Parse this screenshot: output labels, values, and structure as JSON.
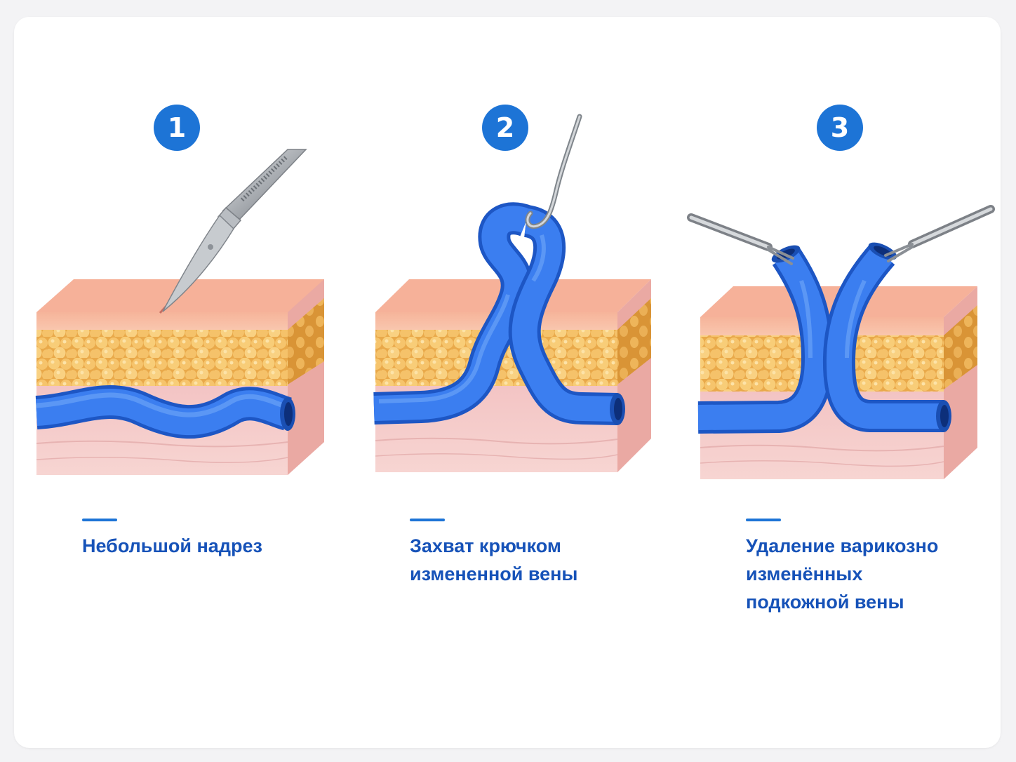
{
  "steps": [
    {
      "number": "1",
      "caption_lines": [
        "Небольшой надрез"
      ]
    },
    {
      "number": "2",
      "caption_lines": [
        "Захват крючком",
        "измененной вены"
      ]
    },
    {
      "number": "3",
      "caption_lines": [
        "Удаление варикозно",
        "изменённых",
        "подкожной вены"
      ]
    }
  ],
  "colors": {
    "accent": "#1d74d6",
    "caption_text": "#1652b8",
    "vein": "#2f6fe0",
    "fat": "#f6c66b",
    "skin_top": "#f7b79d",
    "dermis": "#f6c9c9"
  },
  "icons": [
    "scalpel-icon",
    "hook-icon",
    "forceps-icon"
  ]
}
